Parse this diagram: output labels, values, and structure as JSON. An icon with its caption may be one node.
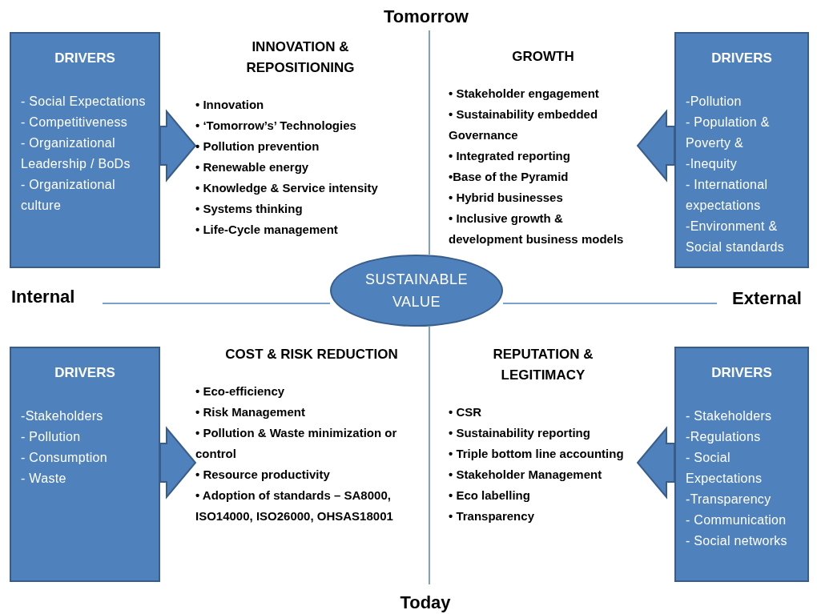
{
  "diagram": {
    "nodes": [
      {
        "text": [
          "DRIVERS",
          "- Social Expectations",
          "- Competitiveness",
          "- Organizational Leadership / BoDs",
          "- Organizational culture"
        ]
      },
      {
        "text": [
          "INNOVATION & REPOSITIONING",
          "• Innovation",
          "• ‘Tomorrow’s’ Technologies",
          "• Pollution prevention",
          "• Renewable energy",
          "• Knowledge & Service intensity",
          "• Systems thinking",
          "• Life-Cycle management"
        ]
      },
      {
        "text": [
          "GROWTH",
          "• Stakeholder engagement",
          "• Sustainability embedded Governance",
          "• Integrated reporting",
          "•Base of the Pyramid",
          "• Hybrid businesses",
          "• Inclusive growth & development business models"
        ]
      },
      {
        "text": [
          "DRIVERS",
          "-Pollution",
          "- Population & Poverty &",
          "-Inequity",
          "- International expectations",
          "-Environment & Social standards"
        ]
      },
      {
        "text": [
          "SUSTAINABLE VALUE"
        ]
      },
      {
        "text": [
          "DRIVERS",
          "-Stakeholders",
          "- Pollution",
          "- Consumption",
          "- Waste"
        ]
      },
      {
        "text": [
          "COST & RISK REDUCTION",
          "• Eco-efficiency",
          "• Risk Management",
          "• Pollution & Waste minimization or control",
          "• Resource productivity",
          "• Adoption of standards – SA8000, ISO14000, ISO26000, OHSAS18001"
        ]
      },
      {
        "text": [
          "REPUTATION & LEGITIMACY",
          "• CSR",
          "• Sustainability reporting",
          "• Triple bottom line accounting",
          "• Stakeholder Management",
          "• Eco labelling",
          "• Transparency"
        ]
      },
      {
        "text": [
          "DRIVERS",
          "- Stakeholders",
          "-Regulations",
          "- Social Expectations",
          "-Transparency",
          "- Communication",
          "- Social networks"
        ]
      }
    ],
    "edges": [
      {
        "from": 0,
        "to": 1,
        "arrow": "to"
      },
      {
        "from": 3,
        "to": 2,
        "arrow": "to"
      },
      {
        "from": 5,
        "to": 6,
        "arrow": "to"
      },
      {
        "from": 8,
        "to": 7,
        "arrow": "to"
      }
    ],
    "labels": [
      "Tomorrow",
      "Internal",
      "External",
      "Today"
    ]
  }
}
